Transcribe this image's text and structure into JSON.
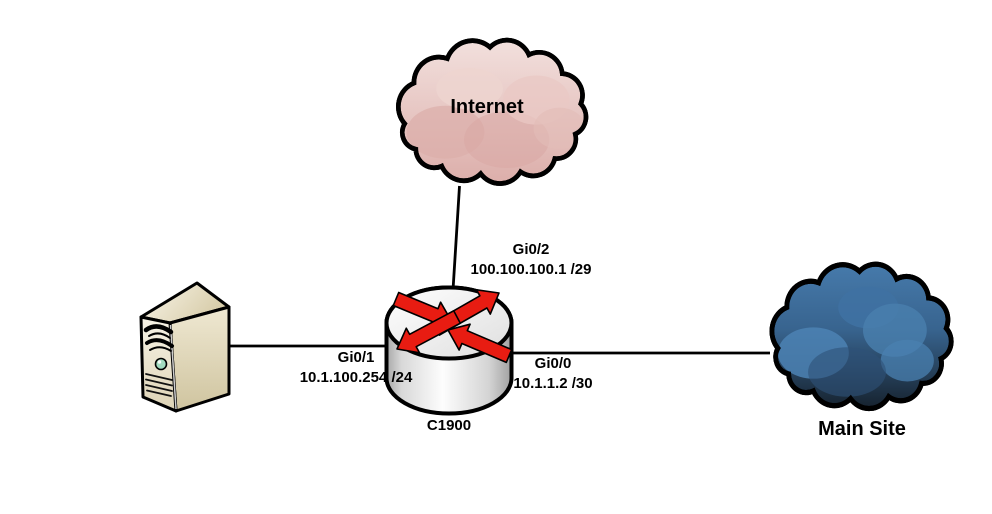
{
  "diagram": {
    "background_color": "#ffffff",
    "line_color": "#000000",
    "text_color": "#000000",
    "nodes": {
      "internet_cloud": {
        "label": "Internet",
        "type": "cloud",
        "fill_top": "#f2e0dd",
        "fill_bottom": "#dcaeaa",
        "outline_color": "#000000"
      },
      "main_site_cloud": {
        "label": "Main Site",
        "type": "cloud",
        "fill_top": "#467aab",
        "fill_bottom": "#16222e",
        "outline_color": "#000000"
      },
      "router": {
        "label": "C1900",
        "type": "router",
        "arrow_color": "#e81c12",
        "body_color": "#f0f0f0",
        "outline_color": "#000000"
      },
      "server": {
        "type": "server-tower",
        "body_color": "#ece4cb",
        "led_color": "#a3dcc0",
        "outline_color": "#000000"
      }
    },
    "links": [
      {
        "name": "router-to-internet",
        "interface": "Gi0/2",
        "ip": "100.100.100.1 /29"
      },
      {
        "name": "server-to-router",
        "interface": "Gi0/1",
        "ip": "10.1.100.254 /24"
      },
      {
        "name": "router-to-main-site",
        "interface": "Gi0/0",
        "ip": "10.1.1.2 /30"
      }
    ]
  }
}
